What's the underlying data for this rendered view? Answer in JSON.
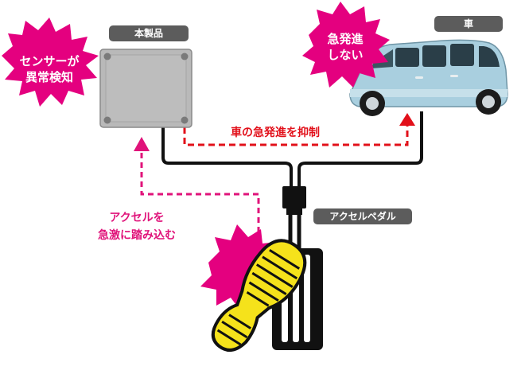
{
  "labels": {
    "product": "本製品",
    "car": "車",
    "pedal": "アクセルペダル"
  },
  "bursts": {
    "sensor": [
      "センサーが",
      "異常検知"
    ],
    "no_accel": [
      "急発進",
      "しない"
    ]
  },
  "captions": {
    "suppress": "車の急発進を抑制",
    "stomp": [
      "アクセルを",
      "急激に踏み込む"
    ]
  },
  "colors": {
    "burst": "#e4007f",
    "arrow_red": "#e2101a",
    "arrow_pink": "#e0137a",
    "box": "#b9b9b9",
    "label_bg": "#5c5c5c",
    "car_body": "#a9cfdf",
    "sole": "#f5e21b"
  }
}
